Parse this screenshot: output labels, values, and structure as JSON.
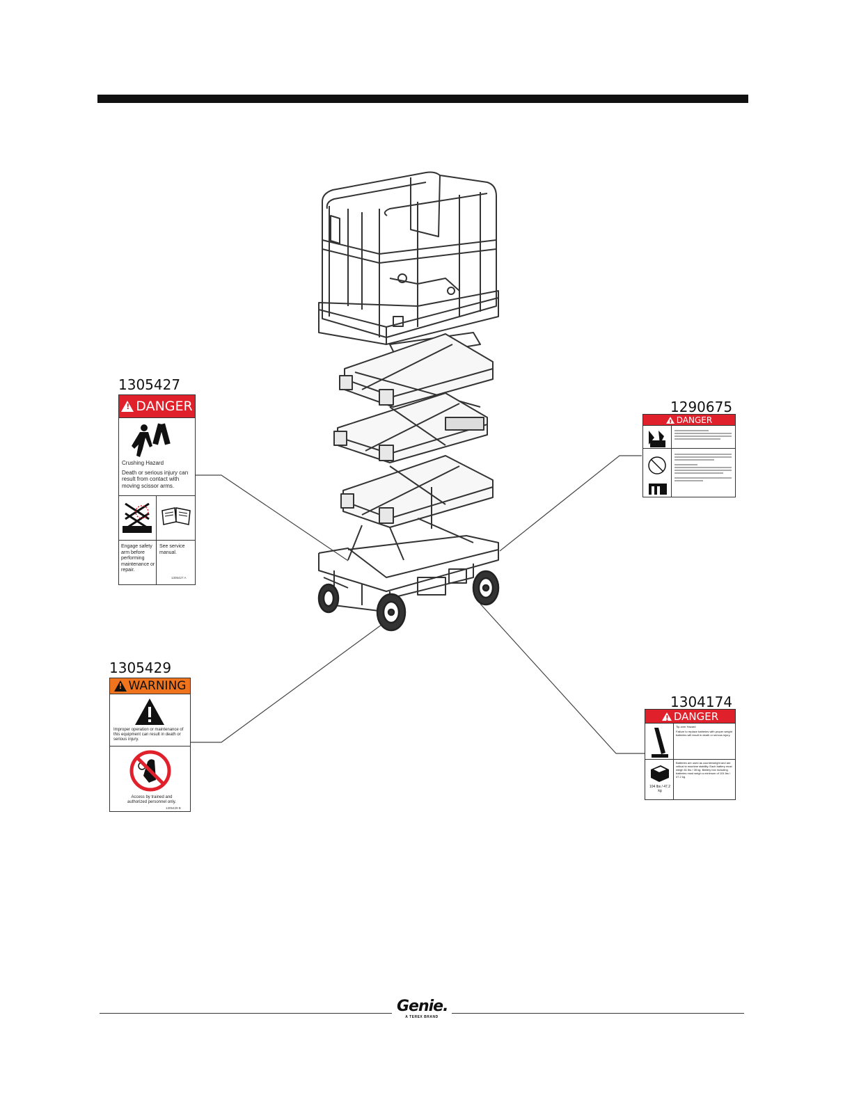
{
  "header_bar": "",
  "decals": {
    "d1305427": {
      "part_number": "1305427",
      "signal": "DANGER",
      "hazard_title": "Crushing Hazard",
      "hazard_text": "Death or serious injury can result from contact with moving scissor arms.",
      "left_action": "Engage safety arm before performing maintenance or repair.",
      "right_action": "See service manual.",
      "code": "1305427 A"
    },
    "d1305429": {
      "part_number": "1305429",
      "signal": "WARNING",
      "hazard_text": "Improper operation or maintenance of this equipment can result in death or serious injury.",
      "access_text": "Access by trained and authorized personnel only.",
      "code": "1305429 B"
    },
    "d1290675": {
      "part_number": "1290675",
      "signal": "DANGER"
    },
    "d1304174": {
      "part_number": "1304174",
      "signal": "DANGER",
      "hazard_title": "Tip-over Hazard",
      "hazard_text": "Failure to replace batteries with proper weight batteries will result in death or serious injury.",
      "battery_text": "Batteries are used as counterweight and are critical to machine stability. Each battery must weigh 61 lbs / 28 kg. Battery box including batteries must weigh a minimum of 104 lbs / 47.2 kg.",
      "weight": "104 lbs / 47.2 kg"
    }
  },
  "footer": {
    "brand": "Genie.",
    "sub": "A TEREX BRAND"
  },
  "colors": {
    "danger": "#e0202a",
    "warning": "#f0741e"
  },
  "icons": [
    "scissor-lift-illustration",
    "crushing-hazard-icon",
    "safety-arm-icon",
    "manual-icon",
    "warning-triangle-icon",
    "no-access-icon",
    "battery-icon",
    "tip-over-icon"
  ]
}
